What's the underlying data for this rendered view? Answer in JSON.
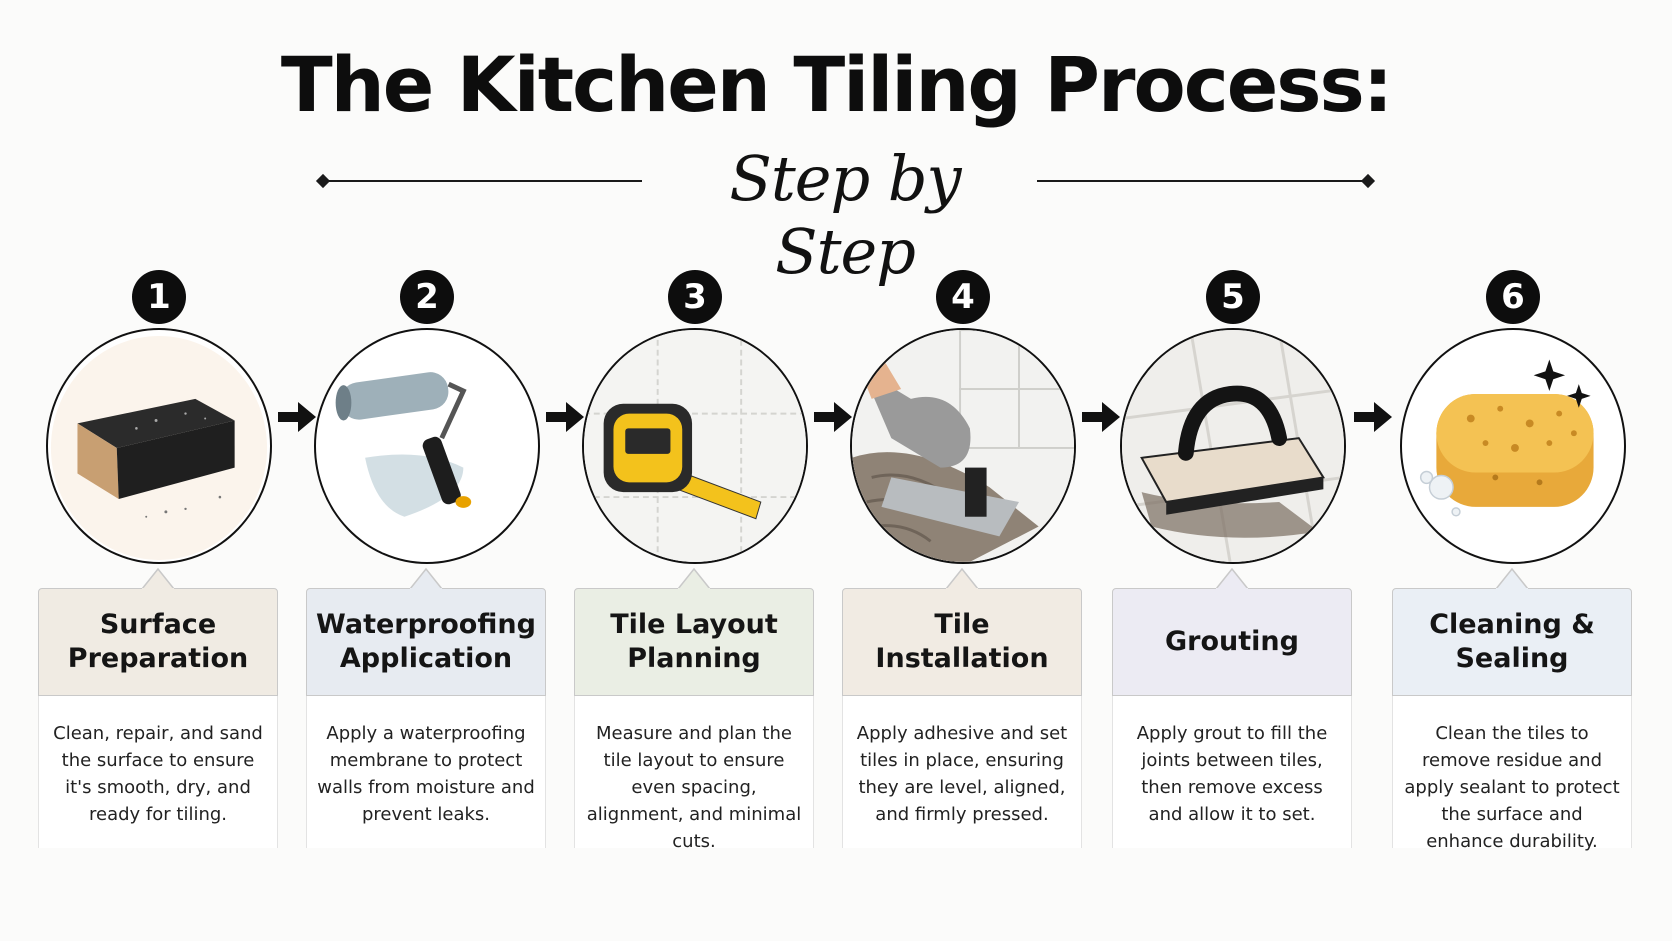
{
  "title": "The Kitchen Tiling Process:",
  "subtitle": "Step by Step",
  "steps": [
    {
      "number": "1",
      "title": "Surface Preparation",
      "description": "Clean, repair, and sand the surface to ensure it's smooth, dry, and ready for tiling.",
      "color": "#f0ebe3",
      "icon": "sanding-block-icon"
    },
    {
      "number": "2",
      "title": "Waterproofing Application",
      "description": "Apply a waterproofing membrane to protect walls from moisture and prevent leaks.",
      "color": "#e7ebf1",
      "icon": "paint-roller-icon"
    },
    {
      "number": "3",
      "title": "Tile Layout Planning",
      "description": "Measure and plan the tile layout to ensure even spacing, alignment, and minimal cuts.",
      "color": "#eaeee4",
      "icon": "tape-measure-icon"
    },
    {
      "number": "4",
      "title": "Tile Installation",
      "description": "Apply adhesive and set tiles in place, ensuring they are level, aligned, and firmly pressed.",
      "color": "#f1ebe3",
      "icon": "gloved-hand-trowel-icon"
    },
    {
      "number": "5",
      "title": "Grouting",
      "description": "Apply grout to fill the joints between tiles, then remove excess and allow it to set.",
      "color": "#ecebf3",
      "icon": "grout-float-icon"
    },
    {
      "number": "6",
      "title": "Cleaning & Sealing",
      "description": "Clean the tiles to remove residue and apply sealant to protect the surface and enhance durability.",
      "color": "#eaeff5",
      "icon": "sponge-icon"
    }
  ]
}
